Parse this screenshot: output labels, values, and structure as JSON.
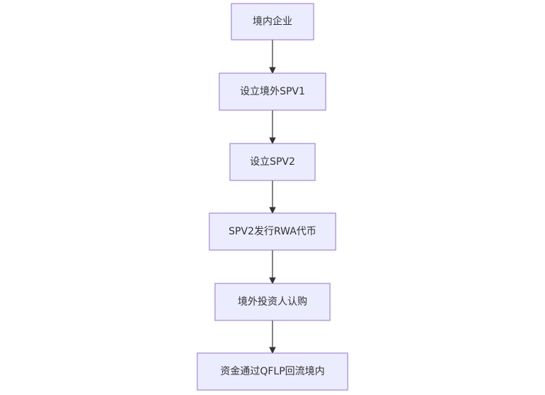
{
  "flowchart": {
    "direction": "top-down",
    "nodes": [
      {
        "id": "n1",
        "label": "境内企业"
      },
      {
        "id": "n2",
        "label": "设立境外SPV1"
      },
      {
        "id": "n3",
        "label": "设立SPV2"
      },
      {
        "id": "n4",
        "label": "SPV2发行RWA代币"
      },
      {
        "id": "n5",
        "label": "境外投资人认购"
      },
      {
        "id": "n6",
        "label": "资金通过QFLP回流境内"
      }
    ],
    "edges": [
      {
        "from": "n1",
        "to": "n2"
      },
      {
        "from": "n2",
        "to": "n3"
      },
      {
        "from": "n3",
        "to": "n4"
      },
      {
        "from": "n4",
        "to": "n5"
      },
      {
        "from": "n5",
        "to": "n6"
      }
    ],
    "colors": {
      "node_fill": "#ECECFF",
      "node_stroke": "#9370DB",
      "edge": "#333333",
      "text": "#333333"
    }
  }
}
